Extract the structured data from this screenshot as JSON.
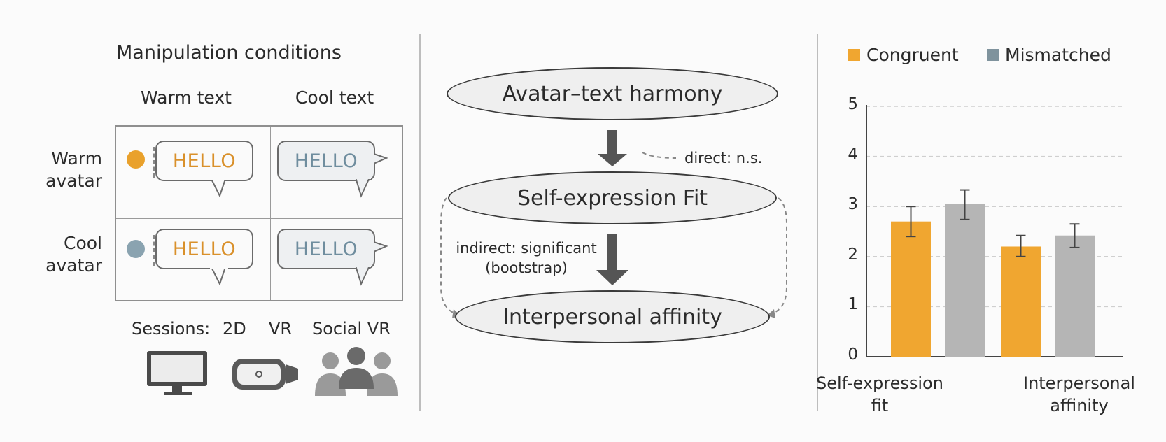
{
  "left_panel": {
    "title": "Manipulation conditions",
    "column_headers": [
      "Warm text",
      "Cool text"
    ],
    "row_headers": [
      {
        "line1": "Warm",
        "line2": "avatar"
      },
      {
        "line1": "Cool",
        "line2": "avatar"
      }
    ],
    "bubble_text": "HELLO",
    "sessions_label": "Sessions:",
    "sessions": [
      "2D",
      "VR",
      "Social VR"
    ],
    "session_icons": [
      "monitor-icon",
      "vr-headset-icon",
      "group-people-icon"
    ],
    "colors": {
      "warm": "#e0952b",
      "cool": "#7c97a6",
      "warm_dot": "#e9a12c",
      "cool_dot": "#8aa3b0"
    }
  },
  "middle_panel": {
    "nodes": [
      "Avatar–text harmony",
      "Self-expression Fit",
      "Interpersonal affinity"
    ],
    "direct_note": "direct: n.s.",
    "indirect_note_line1": "indirect: significant",
    "indirect_note_line2": "(bootstrap)"
  },
  "chart_data": {
    "type": "bar",
    "categories": [
      "Self-expression fit",
      "Interpersonal affinity"
    ],
    "category_lines": [
      [
        "Self-expression",
        "fit"
      ],
      [
        "Interpersonal",
        "affinity"
      ]
    ],
    "series": [
      {
        "name": "Congruent",
        "values": [
          2.7,
          2.2
        ],
        "error_low": [
          2.4,
          2.0
        ],
        "error_high": [
          3.0,
          2.42
        ],
        "color": "#f0a630"
      },
      {
        "name": "Mismatched",
        "values": [
          3.05,
          2.42
        ],
        "error_low": [
          2.74,
          2.18
        ],
        "error_high": [
          3.33,
          2.65
        ],
        "color": "#b5b5b5"
      }
    ],
    "legend_swatch_colors": [
      "#f0a630",
      "#7f939d"
    ],
    "ylim": [
      0,
      5
    ],
    "yticks": [
      "0",
      "1",
      "2",
      "3",
      "4",
      "5"
    ],
    "grid": true,
    "legend": "top"
  }
}
